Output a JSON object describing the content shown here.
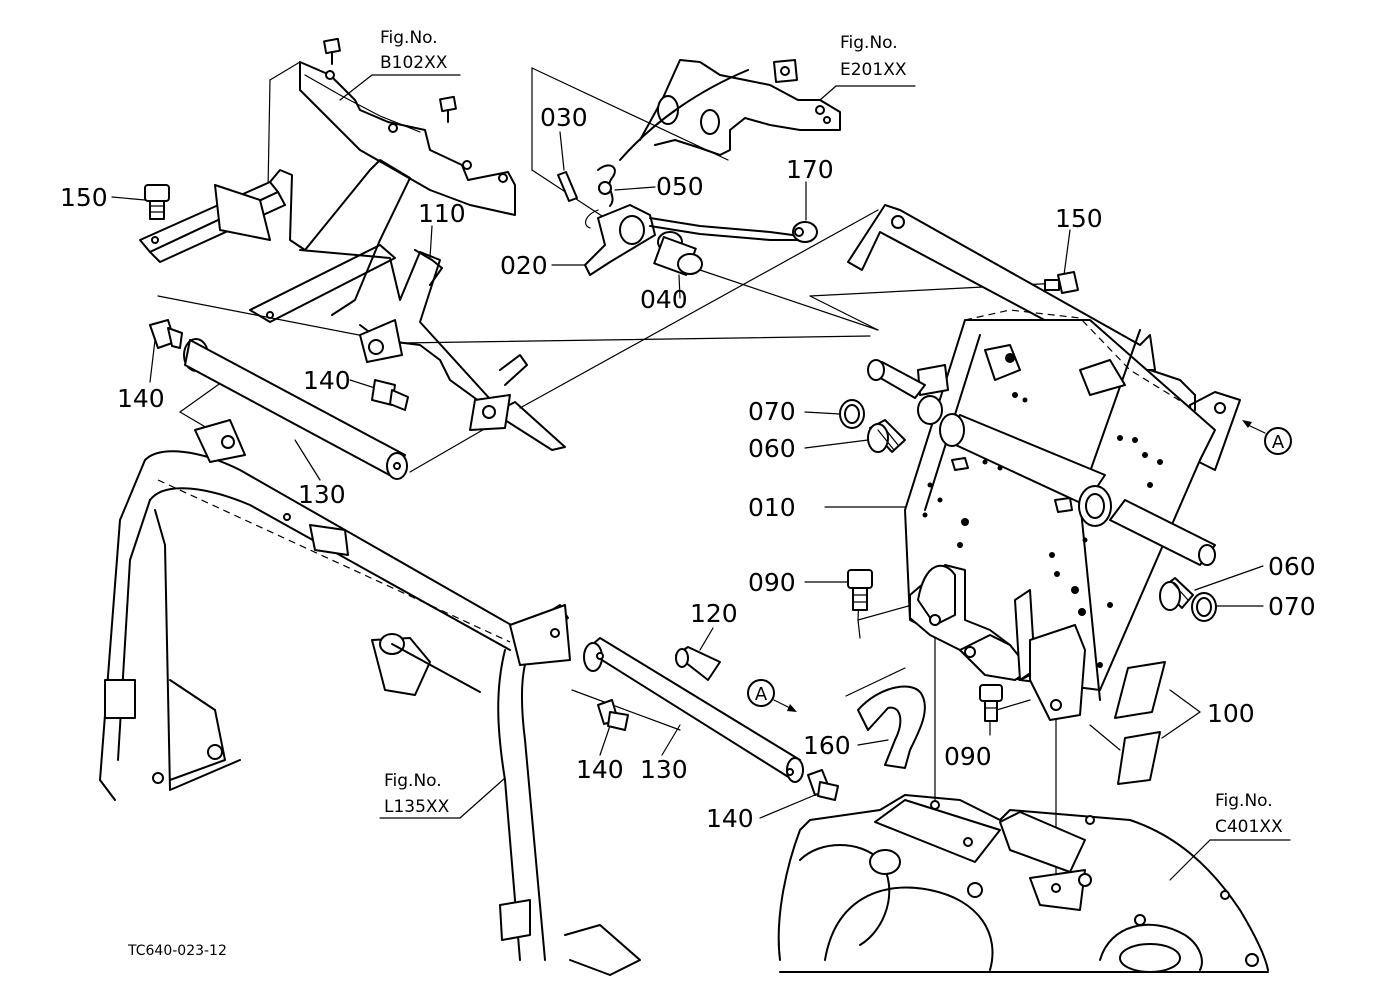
{
  "figure_refs": {
    "b102": {
      "label": "Fig.No.",
      "code": "B102XX"
    },
    "e201": {
      "label": "Fig.No.",
      "code": "E201XX"
    },
    "l135": {
      "label": "Fig.No.",
      "code": "L135XX"
    },
    "c401": {
      "label": "Fig.No.",
      "code": "C401XX"
    }
  },
  "part_numbers": {
    "p010": "010",
    "p020": "020",
    "p030": "030",
    "p040": "040",
    "p050": "050",
    "p060": "060",
    "p070": "070",
    "p090": "090",
    "p100": "100",
    "p110": "110",
    "p120": "120",
    "p130": "130",
    "p140": "140",
    "p150": "150",
    "p160": "160",
    "p170": "170"
  },
  "view_marker": "A",
  "drawing_code": "TC640-023-12"
}
